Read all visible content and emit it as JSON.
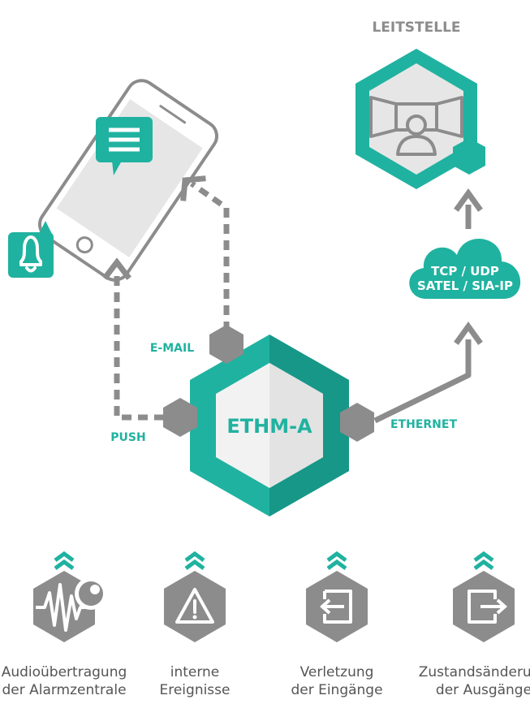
{
  "colors": {
    "teal": "#20b2a0",
    "teal_dark": "#179787",
    "gray": "#8c8c8c",
    "gray_light": "#e6e6e6",
    "gray_dark": "#6e6e6e"
  },
  "leitstelle": {
    "title": "LEITSTELLE"
  },
  "cloud": {
    "line1": "TCP / UDP",
    "line2": "SATEL / SIA-IP"
  },
  "device": {
    "name": "ETHM-A"
  },
  "ports": {
    "email": "E-MAIL",
    "push": "PUSH",
    "ethernet": "ETHERNET"
  },
  "inputs": [
    {
      "icon": "audio-waveform-icon",
      "line1": "Audioübertragung",
      "line2": "der Alarmzentrale"
    },
    {
      "icon": "warning-triangle-icon",
      "line1": "interne",
      "line2": "Ereignisse"
    },
    {
      "icon": "input-arrow-icon",
      "line1": "Verletzung",
      "line2": "der Eingänge"
    },
    {
      "icon": "output-arrow-icon",
      "line1": "Zustandsänderung",
      "line2": "der Ausgänge"
    }
  ]
}
